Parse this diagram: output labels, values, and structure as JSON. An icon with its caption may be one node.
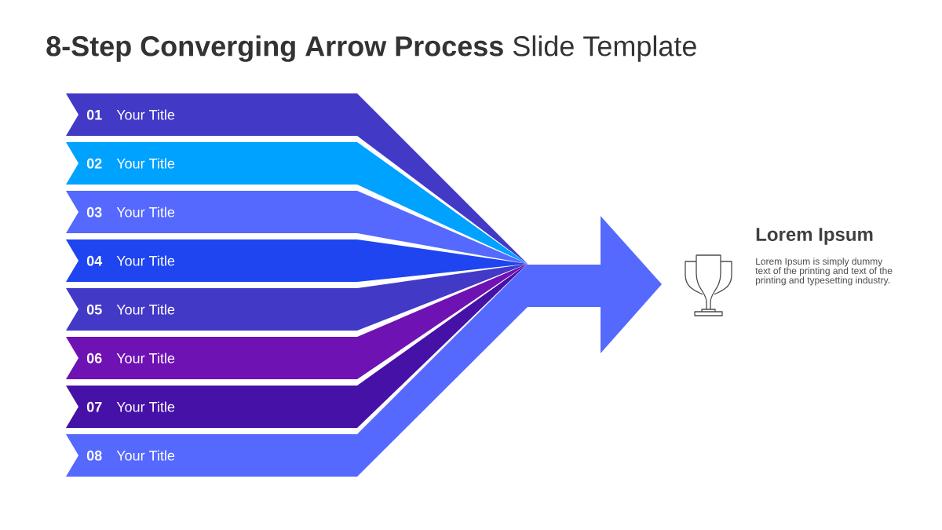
{
  "diagram": {
    "title": "**8-Step Converging Arrow Process** Slide Template",
    "nodes": [
      {
        "text": [
          "01",
          "Your Title"
        ]
      },
      {
        "text": [
          "02",
          "Your Title"
        ]
      },
      {
        "text": [
          "03",
          "Your Title"
        ]
      },
      {
        "text": [
          "04",
          "Your Title"
        ]
      },
      {
        "text": [
          "05",
          "Your Title"
        ]
      },
      {
        "text": [
          "06",
          "Your Title"
        ]
      },
      {
        "text": [
          "07",
          "Your Title"
        ]
      },
      {
        "text": [
          "08",
          "Your Title"
        ]
      },
      {
        "text": [],
        "shape": "arrow"
      }
    ],
    "labels": [
      "Lorem Ipsum",
      "Lorem Ipsum is simply dummy text of the printing and text of the printing and typesetting industry."
    ]
  }
}
